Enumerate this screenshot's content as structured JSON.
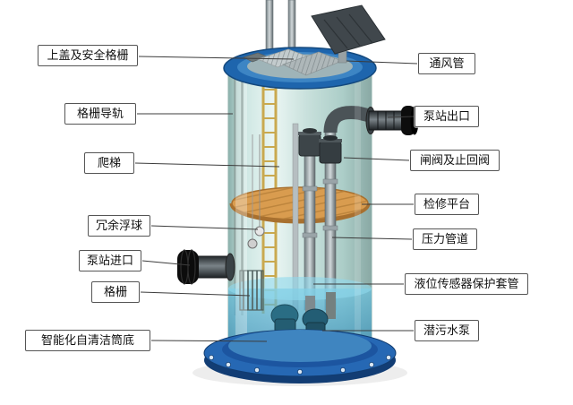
{
  "labels": {
    "left": [
      {
        "text": "上盖及安全格栅"
      },
      {
        "text": "格栅导轨"
      },
      {
        "text": "爬梯"
      },
      {
        "text": "冗余浮球"
      },
      {
        "text": "泵站进口"
      },
      {
        "text": "格栅"
      },
      {
        "text": "智能化自清洁筒底"
      }
    ],
    "right": [
      {
        "text": "通风管"
      },
      {
        "text": "泵站出口"
      },
      {
        "text": "闸阀及止回阀"
      },
      {
        "text": "检修平台"
      },
      {
        "text": "压力管道"
      },
      {
        "text": "液位传感器保护套管"
      },
      {
        "text": "潜污水泵"
      }
    ]
  },
  "colors": {
    "label_border": "#555555",
    "leader_line": "#3c3c3c",
    "lid_blue": "#1e65ad",
    "base_blue": "#2668b4",
    "body_teal": "#bcd9d4",
    "platform_orange": "#d99c4f",
    "water_blue": "#3f93ba"
  }
}
